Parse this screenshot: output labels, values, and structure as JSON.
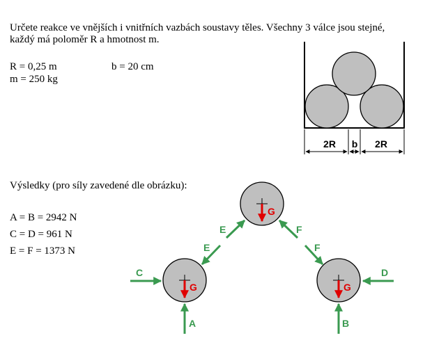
{
  "problem": {
    "line1": "Určete reakce ve vnějších i vnitřních vazbách soustavy těles. Všechny 3 válce jsou stejné,",
    "line2": "každý má poloměr R a hmotnost m."
  },
  "given": {
    "R": "R = 0,25 m",
    "b": "b = 20 cm",
    "m": "m = 250 kg"
  },
  "diagram_top": {
    "dim_left": "2R",
    "dim_mid": "b",
    "dim_right": "2R"
  },
  "results": {
    "heading": "Výsledky (pro síly zavedené dle obrázku):",
    "ab": "A = B = 2942 N",
    "cd": "C = D = 961 N",
    "ef": "E = F = 1373 N"
  },
  "force_labels": {
    "A": "A",
    "B": "B",
    "C": "C",
    "D": "D",
    "E_upper": "E",
    "E_lower": "E",
    "F_upper": "F",
    "F_lower": "F",
    "G": "G"
  },
  "colors": {
    "cylinder_fill": "#bfbfbf",
    "gravity_arrow": "#e00000",
    "reaction_arrow": "#3a9a50"
  }
}
